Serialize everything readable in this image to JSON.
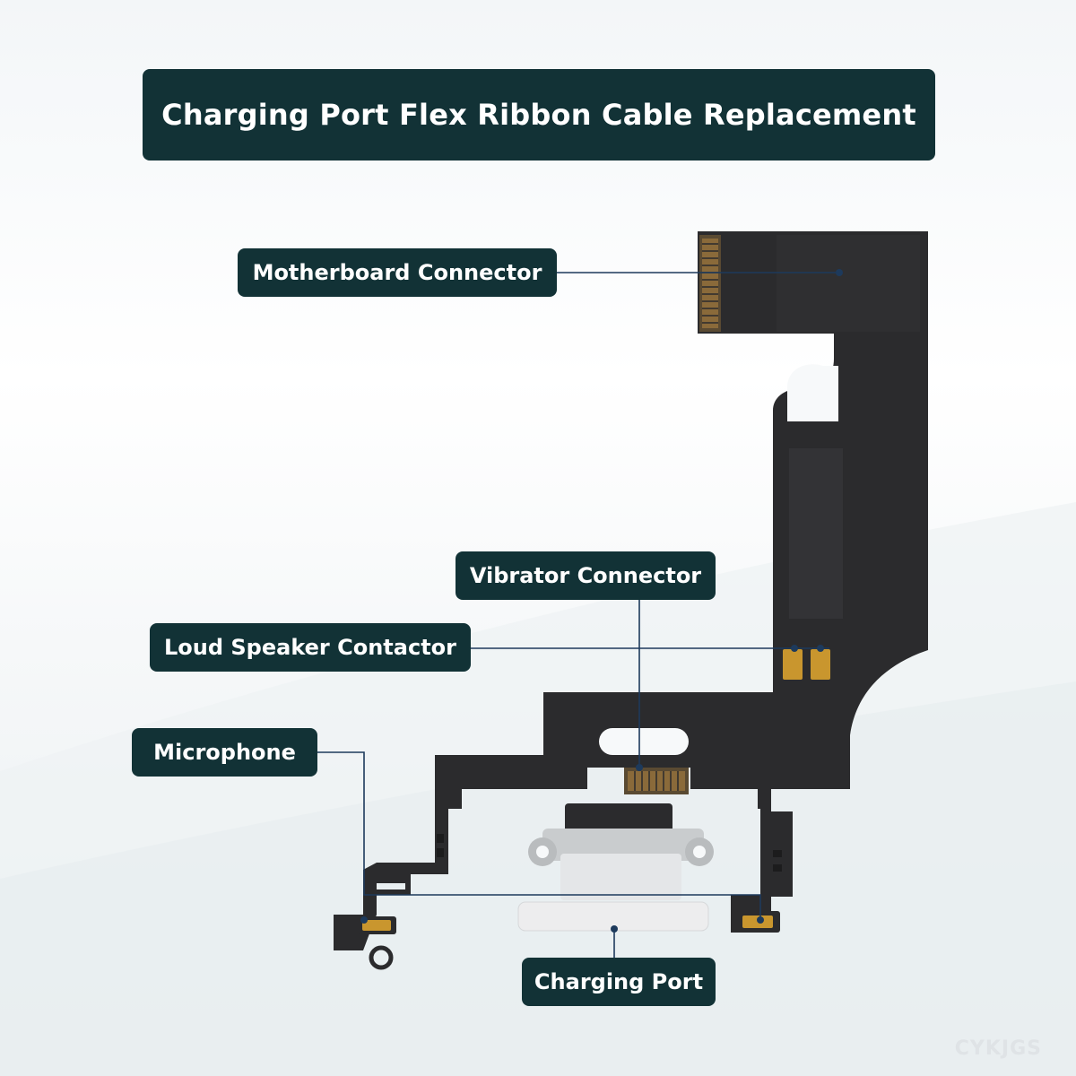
{
  "title": "Charging Port Flex Ribbon Cable Replacement",
  "callouts": {
    "motherboard": "Motherboard Connector",
    "vibrator": "Vibrator Connector",
    "speaker": "Loud Speaker Contactor",
    "microphone": "Microphone",
    "charging_port": "Charging Port"
  },
  "watermark": "CYKJGS",
  "colors": {
    "label_bg": "#123236",
    "label_text": "#ffffff",
    "flex_cable": "#2b2b2d",
    "leader_line": "#1d3a5c",
    "gold_contact": "#c9962e"
  }
}
